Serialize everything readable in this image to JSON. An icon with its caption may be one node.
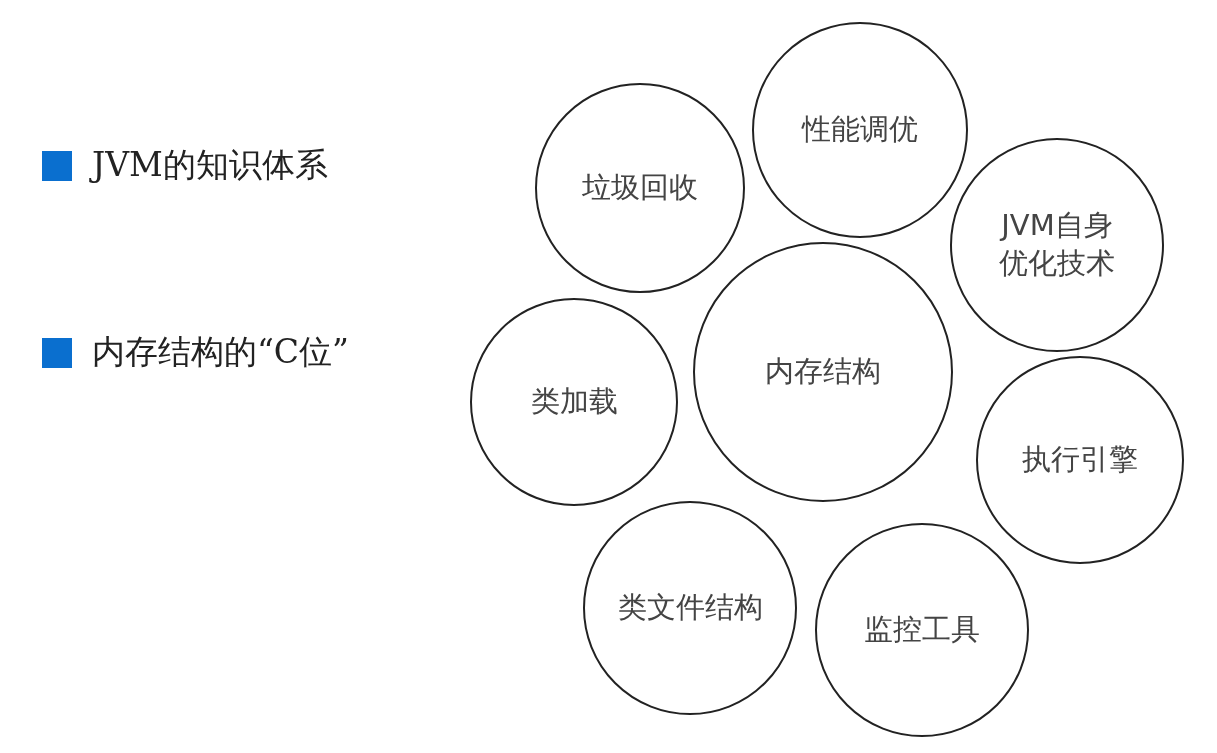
{
  "diagram": {
    "nodes": [
      {
        "text": [
          "性能调优"
        ]
      },
      {
        "text": [
          "垃圾回收"
        ]
      },
      {
        "text": [
          "JVM自身优化技术"
        ]
      },
      {
        "text": [
          "内存结构"
        ]
      },
      {
        "text": [
          "类加载"
        ]
      },
      {
        "text": [
          "执行引擎"
        ]
      },
      {
        "text": [
          "类文件结构"
        ]
      },
      {
        "text": [
          "监控工具"
        ]
      }
    ],
    "labels": [
      "JVM的知识体系",
      "内存结构的“C位”"
    ]
  }
}
